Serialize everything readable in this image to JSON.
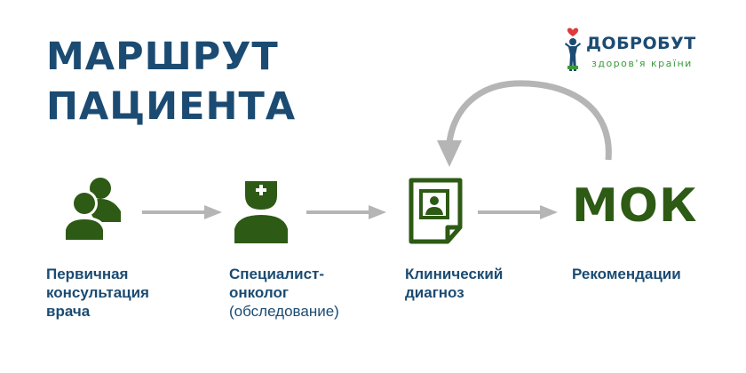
{
  "title": {
    "line1": "МАРШРУТ",
    "line2": "ПАЦИЕНТА"
  },
  "logo": {
    "name": "ДОБРОБУТ",
    "tagline": "здоров'я країни"
  },
  "icons": {
    "consultation": "two-people-icon",
    "specialist": "doctor-icon",
    "diagnosis": "medical-card-icon"
  },
  "mok_label": "МОК",
  "steps": [
    {
      "line1": "Первичная",
      "line2": "консультация",
      "line3": "врача"
    },
    {
      "line1": "Специалист-",
      "line2": "онколог",
      "line3": "(обследование)"
    },
    {
      "line1": "Клинический",
      "line2": "диагноз"
    },
    {
      "line1": "Рекомендации"
    }
  ],
  "colors": {
    "title": "#1b4b72",
    "icon_green": "#2d5a14",
    "arrow_gray": "#b5b5b5",
    "logo_heart": "#e03a3a",
    "logo_tagline": "#3a9a3a"
  }
}
